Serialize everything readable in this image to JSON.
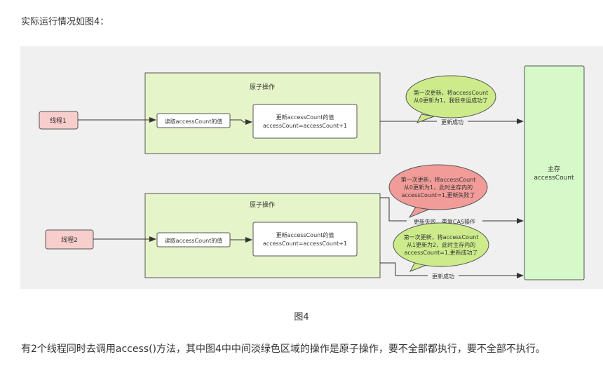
{
  "intro_text": "实际运行情况如图4：",
  "caption": "图4",
  "footer_text": "有2个线程同时去调用access()方法，其中图4中中间淡绿色区域的操作是原子操作，要不全部都执行，要不全部不执行。",
  "diagram": {
    "thread1_label": "线程1",
    "thread2_label": "线程2",
    "atomic_label_1": "原子操作",
    "atomic_label_2": "原子操作",
    "read_label_1": "读取accessCount的值",
    "read_label_2": "读取accessCount的值",
    "update_box_1": [
      "更新accessCount的值",
      "accessCount=accessCount+1"
    ],
    "update_box_2": [
      "更新accessCount的值",
      "accessCount=accessCount+1"
    ],
    "main_memory": [
      "主存",
      "accessCount"
    ],
    "bubble_top": [
      "第一次更新，将accessCount",
      "从0更新为1，我很幸运成功了"
    ],
    "bubble_mid": [
      "第一次更新，将accessCount",
      "从0更新为1，此时主存内的",
      "accessCount=1,更新失败了"
    ],
    "bubble_bottom": [
      "第一次更新，将accessCount",
      "从1更新为2，此时主存内的",
      "accessCount=1,更新成功了"
    ],
    "edge_success_1": "更新成功",
    "edge_fail_retry": "更新失败，重复CAS操作",
    "edge_success_2": "更新成功",
    "colors": {
      "green_fill": "#e6f5c9",
      "red_fill": "#f8cecc",
      "bubble_green": "#cdeb8b",
      "bubble_red": "#f19c99",
      "memory_fill": "#d5f9c8"
    }
  }
}
